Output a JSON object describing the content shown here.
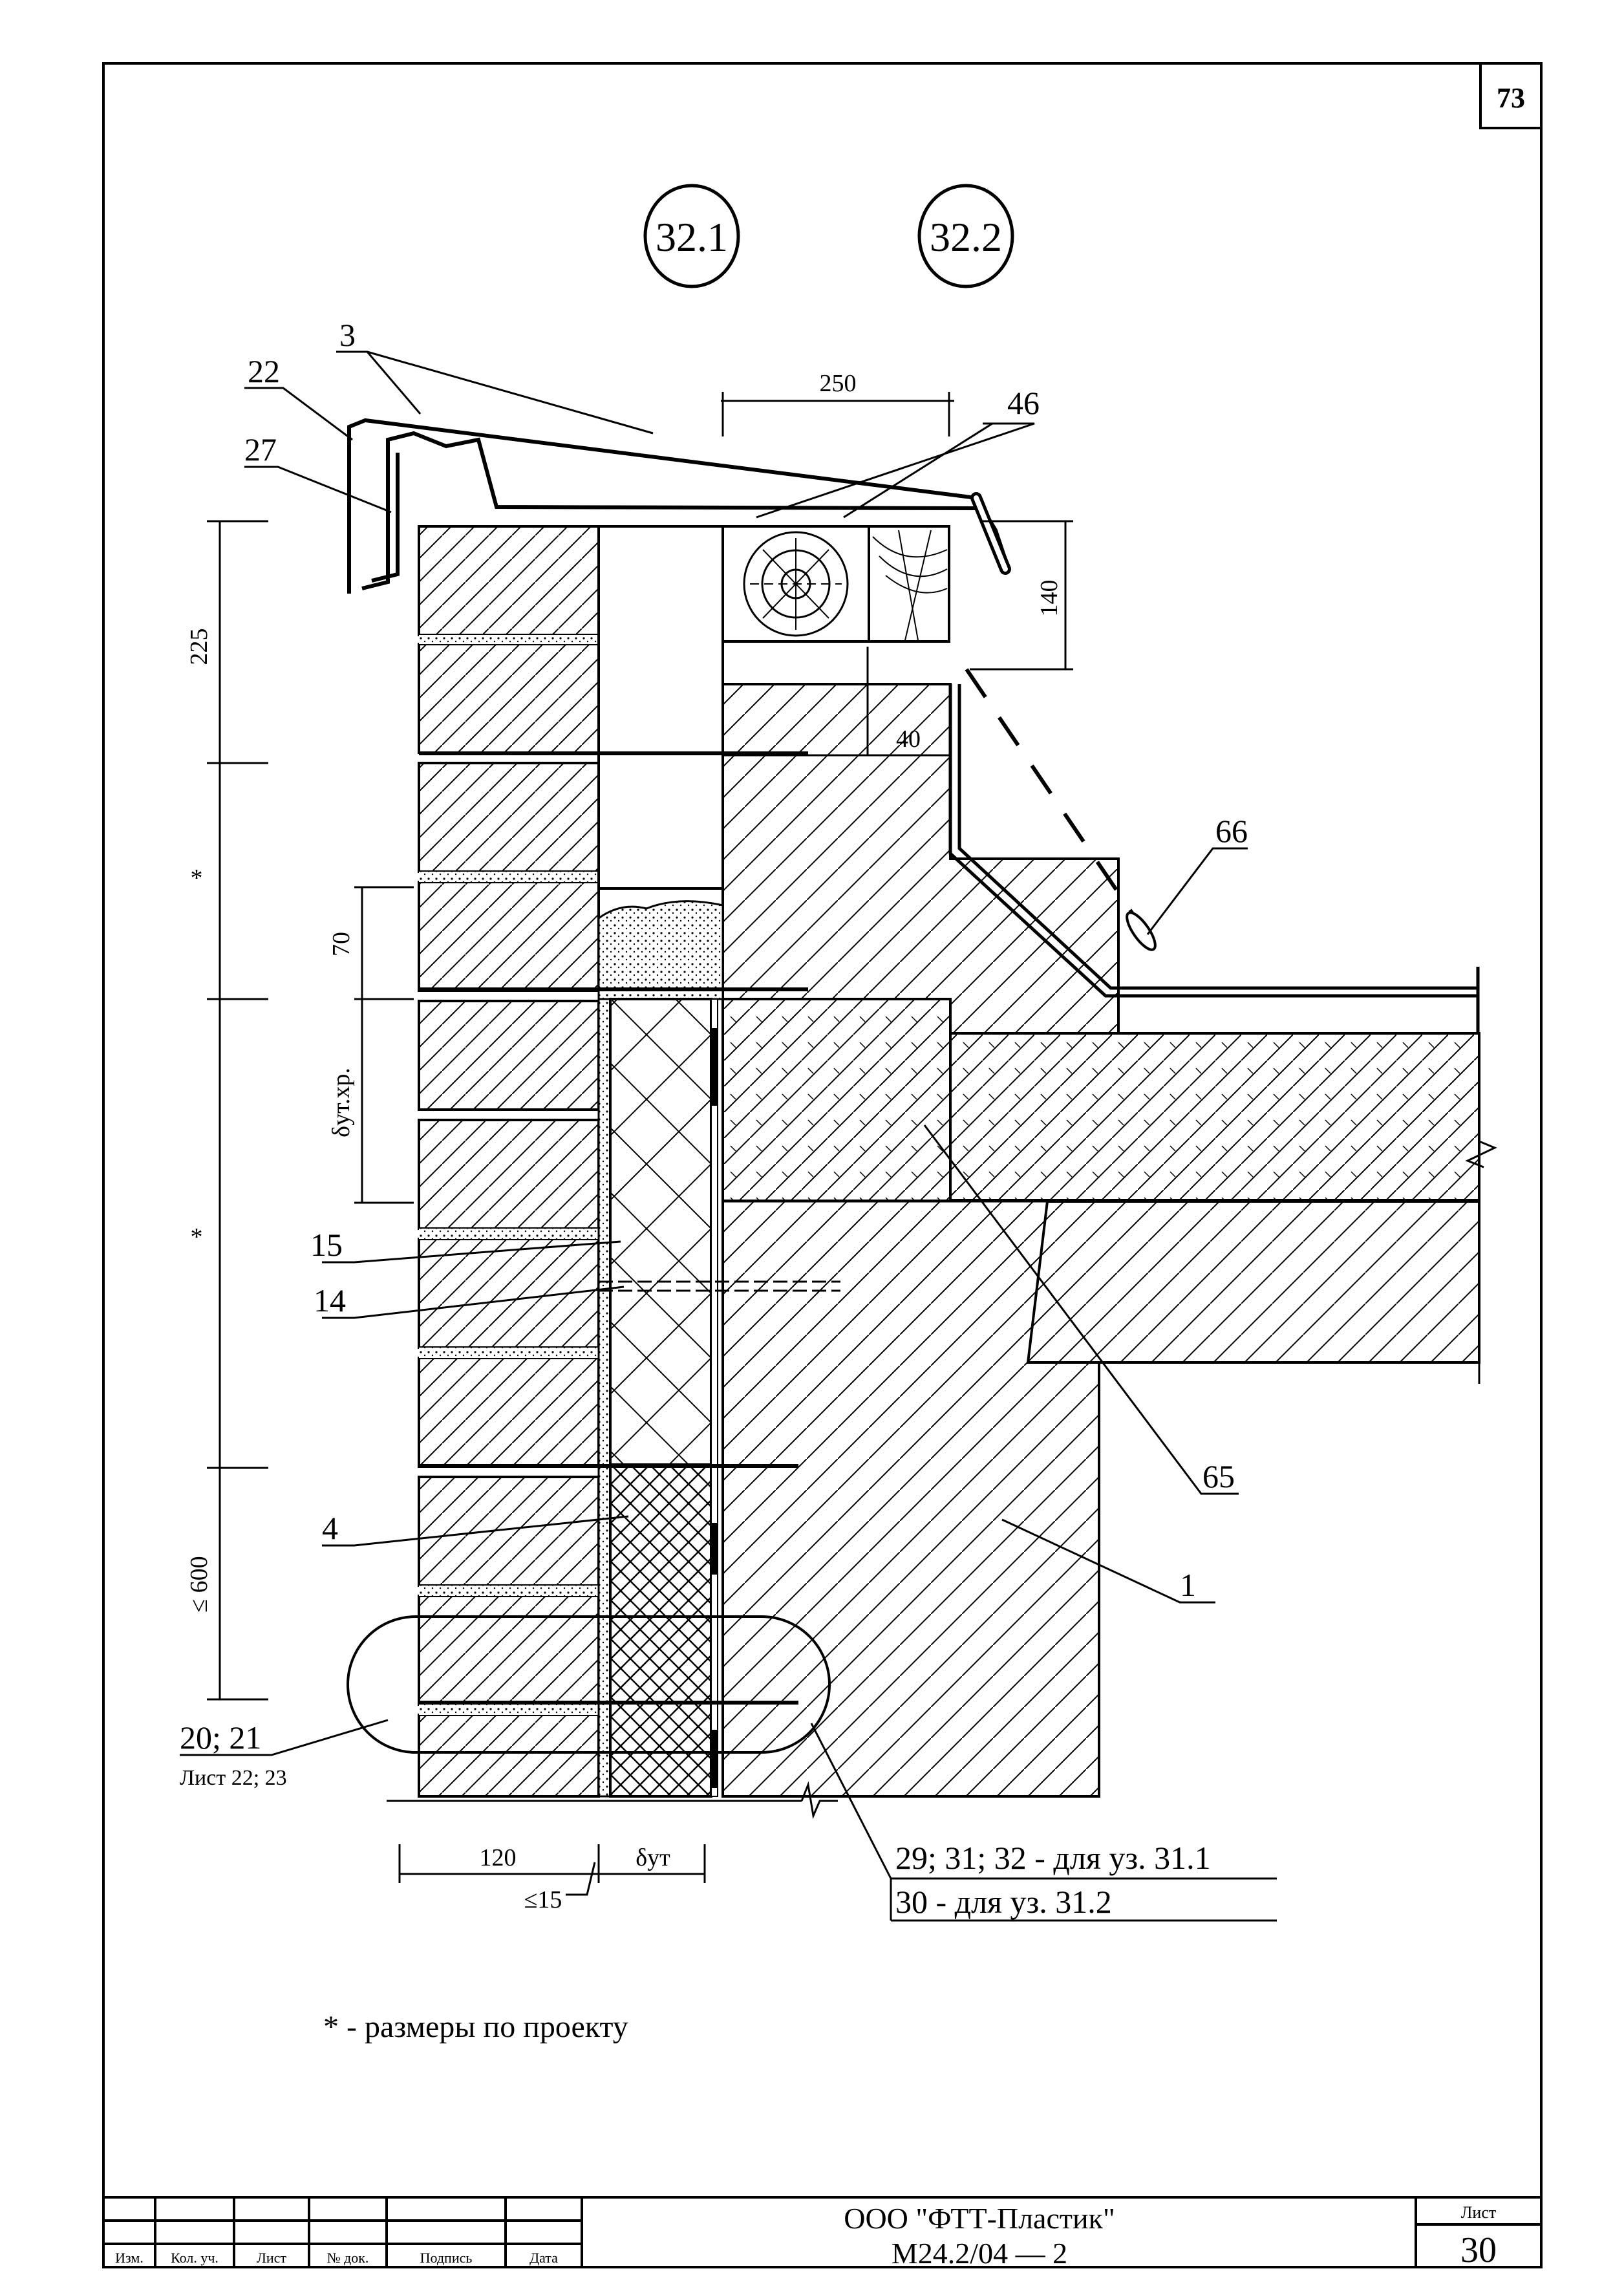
{
  "sheet_corner_number": "73",
  "node_markers": [
    "32.1",
    "32.2"
  ],
  "callouts": {
    "c22": "22",
    "c27": "27",
    "c46": "46",
    "c3": "3",
    "c66": "66",
    "c15": "15",
    "c14": "14",
    "c65": "65",
    "c4": "4",
    "c1": "1",
    "c2021": "20; 21",
    "c2021_ref": "Лист 22; 23",
    "c29": "29; 31; 32 - для уз. 31.1",
    "c30": "30 - для уз. 31.2"
  },
  "dimensions": {
    "d250": "250",
    "d140": "140",
    "d40": "40",
    "d225": "225",
    "d70": "70",
    "d_delta_ins": "δут.хр.",
    "d600": "≤ 600",
    "d120": "120",
    "d15": "≤15",
    "d_delta": "δут",
    "star1": "*",
    "star2": "*"
  },
  "note": "* - размеры по проекту",
  "title_block": {
    "headers": [
      "Изм.",
      "Кол. уч.",
      "Лист",
      "№ док.",
      "Подпись",
      "Дата"
    ],
    "company": "ООО \"ФТТ-Пластик\"",
    "code": "М24.2/04 — 2",
    "sheet_label": "Лист",
    "sheet_number": "30"
  }
}
